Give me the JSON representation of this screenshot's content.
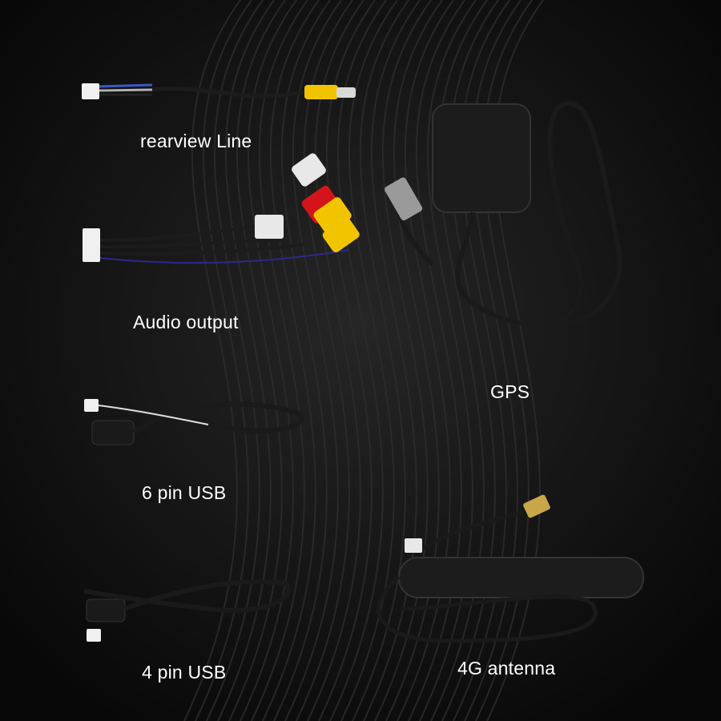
{
  "labels": {
    "rearview_line": "rearview Line",
    "audio_output": "Audio output",
    "gps": "GPS",
    "usb_6pin": "6 pin USB",
    "usb_4pin": "4 pin USB",
    "antenna_4g": "4G antenna"
  },
  "colors": {
    "background": "#0d0d0d",
    "label_text": "#ffffff",
    "cable": "#1a1a1a",
    "rca_yellow": "#f2c400",
    "rca_red": "#d4141b",
    "rca_white": "#e8e8e8",
    "sma_gold": "#c9a64a"
  }
}
